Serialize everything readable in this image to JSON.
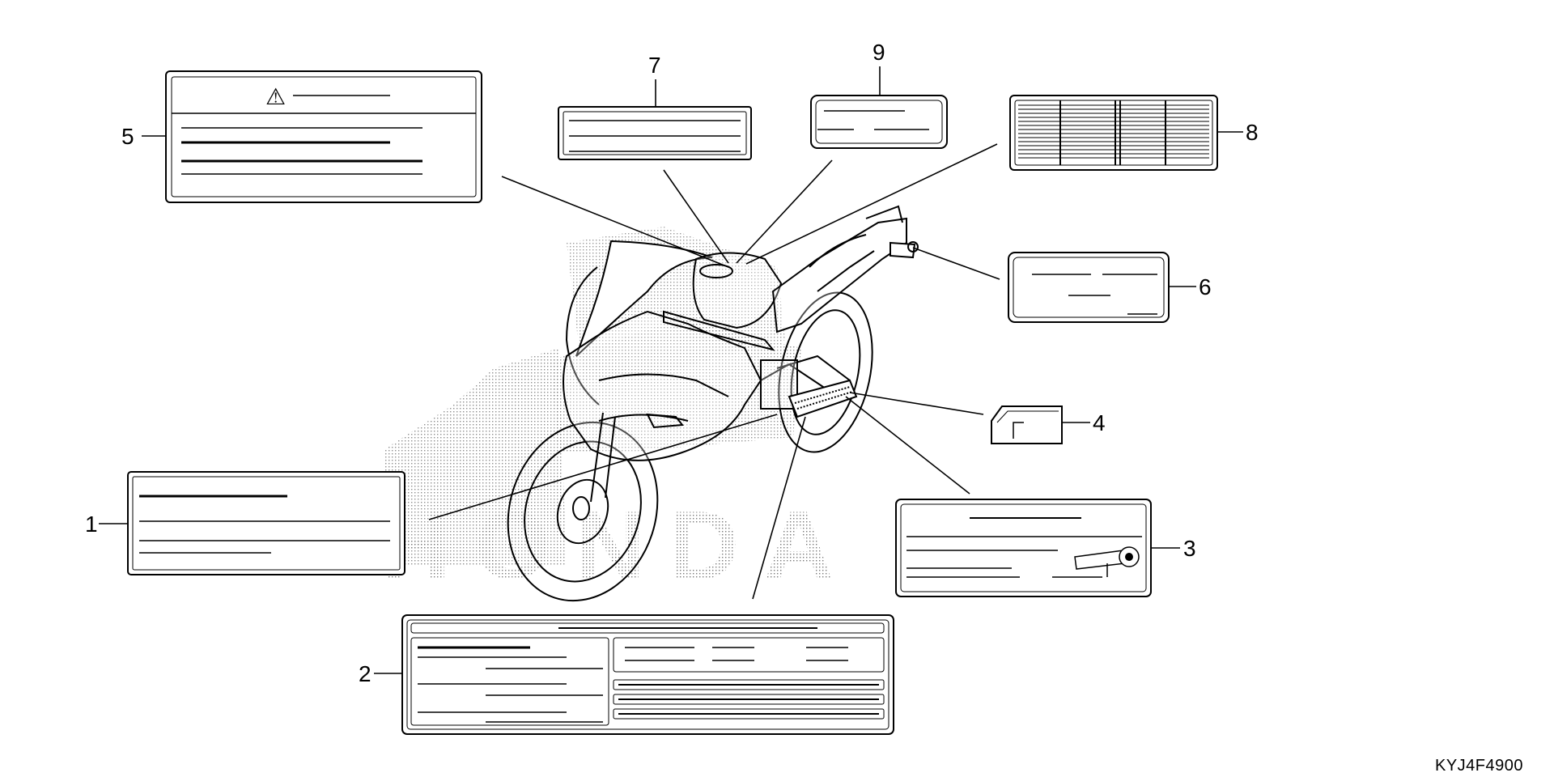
{
  "callouts": {
    "c1": "1",
    "c2": "2",
    "c3": "3",
    "c4": "4",
    "c5": "5",
    "c6": "6",
    "c7": "7",
    "c8": "8",
    "c9": "9"
  },
  "brand_text": "HONDA",
  "drawing_code": "KYJ4F4900",
  "warning_symbol": "⚠",
  "colors": {
    "ink": "#000000",
    "paper": "#ffffff",
    "dots": "#8a8a8a"
  }
}
